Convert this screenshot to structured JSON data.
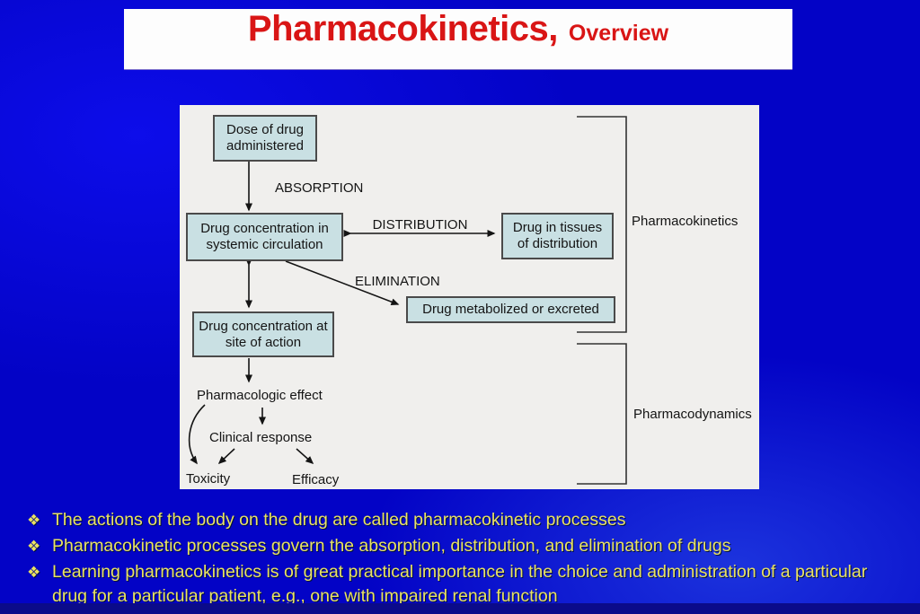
{
  "title": {
    "main": "Pharmacokinetics,",
    "sub": "Overview"
  },
  "diagram": {
    "boxes": {
      "dose": "Dose of drug administered",
      "systemic": "Drug concentration in systemic circulation",
      "tissues": "Drug in tissues of distribution",
      "metabolized": "Drug metabolized or excreted",
      "site": "Drug concentration at site of action"
    },
    "process_labels": {
      "absorption": "ABSORPTION",
      "distribution": "DISTRIBUTION",
      "elimination": "ELIMINATION"
    },
    "outcome_labels": {
      "pharmacologic_effect": "Pharmacologic effect",
      "clinical_response": "Clinical response",
      "toxicity": "Toxicity",
      "efficacy": "Efficacy"
    },
    "brackets": {
      "pharmacokinetics": "Pharmacokinetics",
      "pharmacodynamics": "Pharmacodynamics"
    }
  },
  "bullets": {
    "marker": "❖",
    "items": [
      "The actions of the body on the drug are called pharmacokinetic processes",
      "Pharmacokinetic processes govern the absorption, distribution, and elimination of drugs",
      "Learning pharmacokinetics is of great practical importance in the choice and administration of a particular drug for a particular patient, e.g., one with impaired renal function"
    ]
  },
  "colors": {
    "background_blue": "#0303c6",
    "title_red": "#d91515",
    "bullet_yellow": "#e9e263",
    "box_fill": "#c9e0e3",
    "panel_background": "#f0efed",
    "bottom_bar_navy": "#0b0b8a"
  }
}
